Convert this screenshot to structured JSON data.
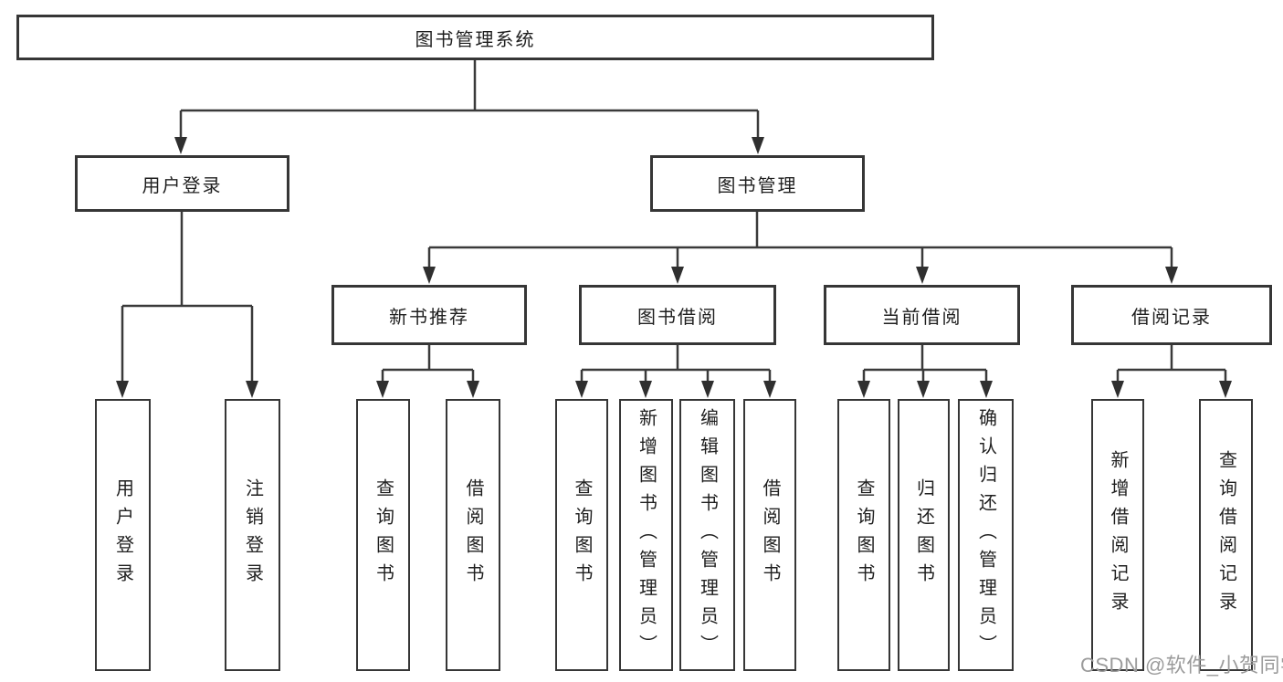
{
  "diagram": {
    "title": "图书管理系统",
    "root": {
      "label": "图书管理系统"
    },
    "level2": [
      {
        "label": "用户登录"
      },
      {
        "label": "图书管理"
      }
    ],
    "level3": [
      {
        "label": "新书推荐",
        "parent": "图书管理"
      },
      {
        "label": "图书借阅",
        "parent": "图书管理"
      },
      {
        "label": "当前借阅",
        "parent": "图书管理"
      },
      {
        "label": "借阅记录",
        "parent": "图书管理"
      }
    ],
    "leaves": [
      {
        "label": "用户登录",
        "parent": "用户登录"
      },
      {
        "label": "注销登录",
        "parent": "用户登录"
      },
      {
        "label": "查询图书",
        "parent": "新书推荐"
      },
      {
        "label": "借阅图书",
        "parent": "新书推荐"
      },
      {
        "label": "查询图书",
        "parent": "图书借阅"
      },
      {
        "label": "新增图书（管理员）",
        "parent": "图书借阅"
      },
      {
        "label": "编辑图书（管理员）",
        "parent": "图书借阅"
      },
      {
        "label": "借阅图书",
        "parent": "图书借阅"
      },
      {
        "label": "查询图书",
        "parent": "当前借阅"
      },
      {
        "label": "归还图书",
        "parent": "当前借阅"
      },
      {
        "label": "确认归还（管理员）",
        "parent": "当前借阅"
      },
      {
        "label": "新增借阅记录",
        "parent": "借阅记录"
      },
      {
        "label": "查询借阅记录",
        "parent": "借阅记录"
      }
    ]
  },
  "watermark": "CSDN @软件_小贺同学",
  "colors": {
    "line": "#3a3a3a",
    "arrow": "#2f2f2f",
    "box_border": "#363636",
    "text": "#1f1f1f",
    "watermark": "#9b9b9b",
    "background": "#ffffff"
  }
}
